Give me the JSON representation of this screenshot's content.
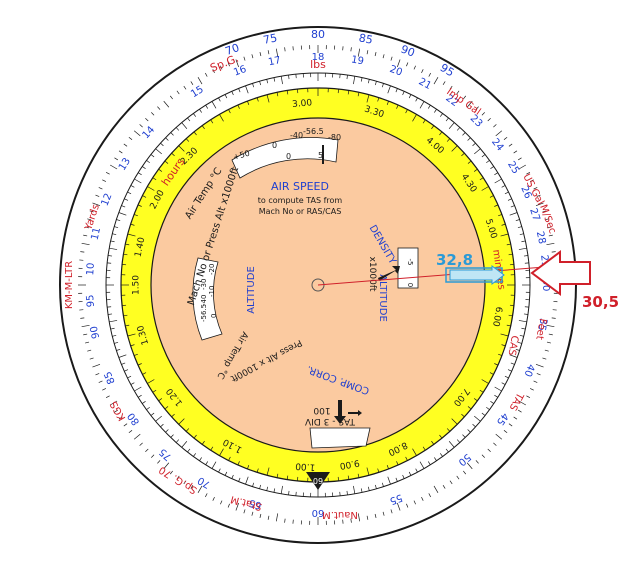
{
  "colors": {
    "scale_blue": "#1f3fd0",
    "label_red": "#d0202a",
    "yellow_ring": "#ffff22",
    "disc_peach": "#fbcaa0",
    "ink": "#1a1a1a",
    "mark_red": "#d0202a",
    "mark_cyan": "#2b9ad6",
    "arrow_fill": "#bfe6f5"
  },
  "outer_scale": {
    "top_labels": [
      "70",
      "75",
      "80",
      "85",
      "90",
      "95"
    ],
    "named_labels": {
      "sp_g_top": "Sp.G.",
      "lbs": "lbs",
      "imp_gal": "Imp Gal",
      "us_gal": "US Gal",
      "m_sec": "M/Sec",
      "feet": "Feet",
      "cas": "CAS",
      "tas": "TAS",
      "naut_m": "Naut.M",
      "stat_m": "Stat.M",
      "sp_g_bottom": "Sp.G. 70",
      "kgs": "KGS",
      "km_m_ltr": "KM-M-LTR",
      "yards": "Yards"
    }
  },
  "middle_scale": {
    "numbers": [
      "16",
      "17",
      "18",
      "19",
      "20",
      "21",
      "22",
      "23",
      "24",
      "25",
      "26",
      "27",
      "28",
      "29",
      "30",
      "35",
      "40",
      "45",
      "50",
      "55",
      "60",
      "65",
      "70",
      "75",
      "80",
      "85",
      "90",
      "95",
      "10",
      "11",
      "12",
      "13",
      "14",
      "15"
    ]
  },
  "yellow_ring": {
    "labels": [
      "2.30",
      "3.00",
      "3.30",
      "4.00",
      "4.30",
      "5.00",
      "6.00",
      "7.00",
      "8.00",
      "9.00",
      "1.00",
      "1.10",
      "1.20",
      "1.30",
      "1.40",
      "1.50",
      "2.00"
    ],
    "hours": "hours",
    "minutes": "minutes"
  },
  "inner_disc": {
    "air_speed": "AIR SPEED",
    "air_speed_sub1": "to compute TAS from",
    "air_speed_sub2": "Mach No or RAS/CAS",
    "air_temp": "Air Temp °C",
    "press_alt": "Mach No or Press Alt x1000ft",
    "altitude": "ALTITUDE",
    "density": "DENSITY",
    "density_altitude": "ALTITUDE",
    "x1000ft": "x1000ft",
    "comp_corr": "COMP. CORR.",
    "tas_div": "TAS - 3 DIV",
    "tas_div_num": "100",
    "air_temp_low": "Air Temp °C",
    "press_alt_low": "Press Alt x 1000ft",
    "temp_scale_top": [
      "+50",
      "0",
      "-40",
      "-56.5",
      "-80"
    ],
    "temp_scale_top_small": [
      "0",
      "5"
    ],
    "temp_scale_left": [
      "-20",
      "-10",
      "0"
    ],
    "temp_scale_left_small": [
      "-40",
      "-30",
      "-56.5"
    ],
    "density_scale": [
      "-5",
      "0"
    ]
  },
  "annotations": {
    "reading_inner": "32,8",
    "reading_outer": "30,5"
  }
}
